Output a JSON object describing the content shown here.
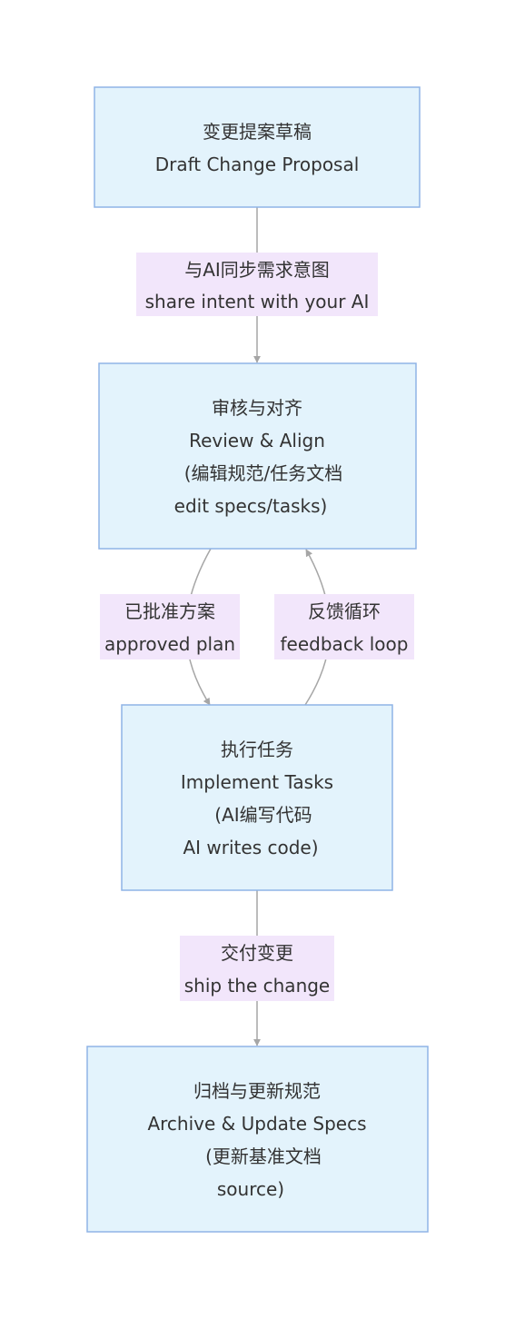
{
  "colors": {
    "node_fill": "#e3f3fc",
    "node_stroke": "#8fb4e6",
    "edge_stroke": "#a6a6a6",
    "edge_label_fill": "#f2e6fb",
    "text": "#333333"
  },
  "nodes": {
    "draft": {
      "lines": [
        "变更提案草稿",
        "Draft Change Proposal"
      ]
    },
    "review": {
      "lines": [
        "审核与对齐",
        "Review & Align",
        "(编辑规范/任务文档",
        "edit specs/tasks)"
      ]
    },
    "implement": {
      "lines": [
        "执行任务",
        "Implement Tasks",
        "(AI编写代码",
        "AI writes code)"
      ]
    },
    "archive": {
      "lines": [
        "归档与更新规范",
        "Archive & Update Specs",
        "(更新基准文档",
        "source)"
      ]
    }
  },
  "edges": {
    "share": {
      "lines": [
        "与AI同步需求意图",
        "share intent with your AI"
      ]
    },
    "approved": {
      "lines": [
        "已批准方案",
        "approved plan"
      ]
    },
    "feedback": {
      "lines": [
        "反馈循环",
        "feedback loop"
      ]
    },
    "ship": {
      "lines": [
        "交付变更",
        "ship the change"
      ]
    }
  }
}
